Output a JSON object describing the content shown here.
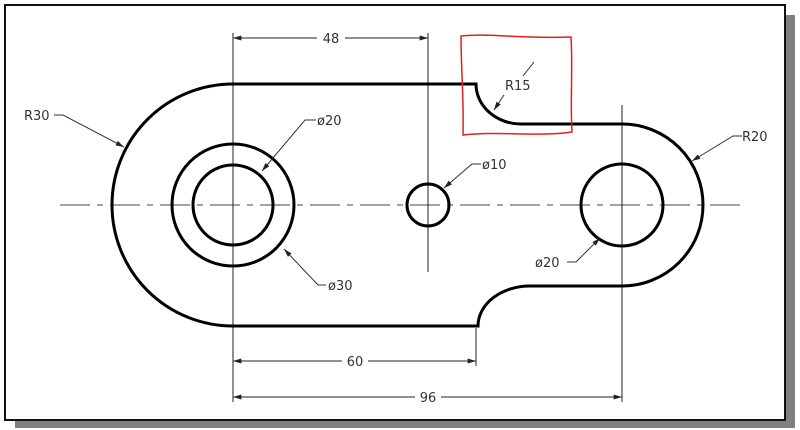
{
  "dimensions": {
    "top": "48",
    "bottom_inner": "60",
    "bottom_outer": "96"
  },
  "callouts": {
    "r30": "R30",
    "r15": "R15",
    "r20": "R20",
    "d20_left": "ø20",
    "d30": "ø30",
    "d10": "ø10",
    "d20_right": "ø20"
  },
  "colors": {
    "outline": "#000000",
    "highlight": "#e02020",
    "shadow": "#808080"
  }
}
